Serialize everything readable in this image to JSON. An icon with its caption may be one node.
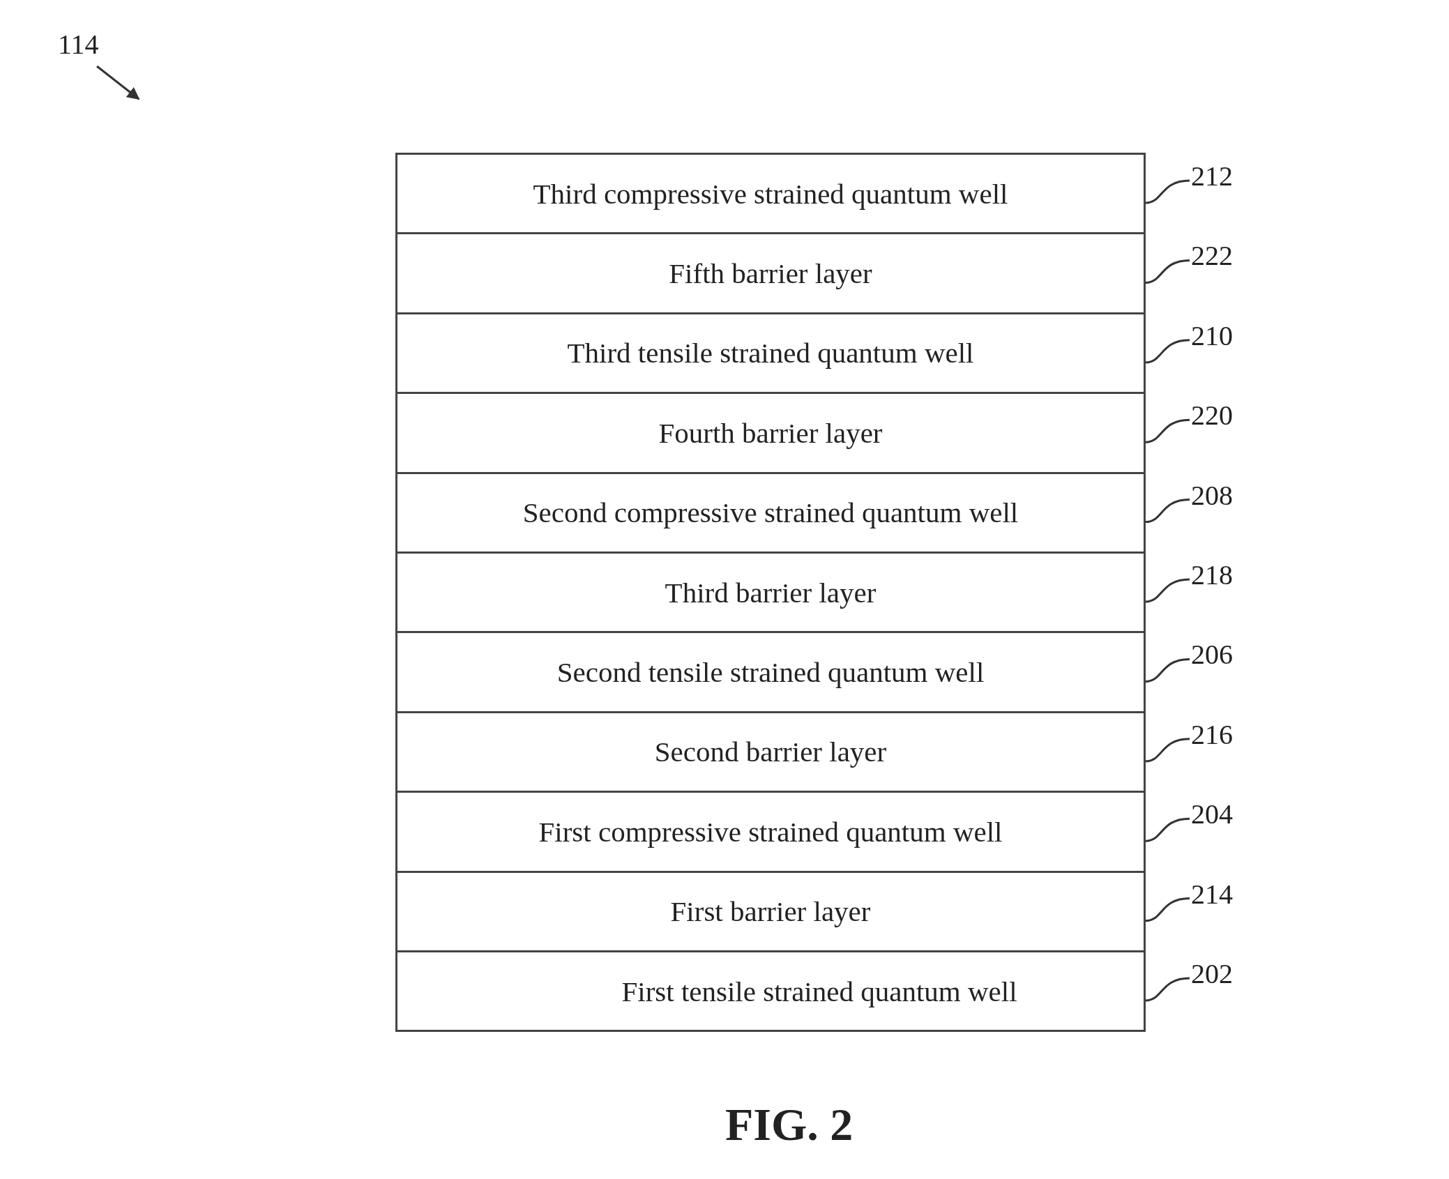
{
  "diagram": {
    "caption": "FIG. 2",
    "nodes": [
      {
        "text": [
          "114"
        ]
      },
      {
        "text": [
          "Third compressive strained quantum well"
        ]
      },
      {
        "text": [
          "Fifth barrier layer"
        ]
      },
      {
        "text": [
          "Third tensile strained quantum well"
        ]
      },
      {
        "text": [
          "Fourth barrier layer"
        ]
      },
      {
        "text": [
          "Second compressive strained quantum well"
        ]
      },
      {
        "text": [
          "Third barrier layer"
        ]
      },
      {
        "text": [
          "Second tensile strained quantum well"
        ]
      },
      {
        "text": [
          "Second barrier layer"
        ]
      },
      {
        "text": [
          "First compressive strained quantum well"
        ]
      },
      {
        "text": [
          "First barrier layer"
        ]
      },
      {
        "text": [
          "First tensile strained quantum well"
        ]
      },
      {
        "text": [
          "212"
        ]
      },
      {
        "text": [
          "222"
        ]
      },
      {
        "text": [
          "210"
        ]
      },
      {
        "text": [
          "220"
        ]
      },
      {
        "text": [
          "208"
        ]
      },
      {
        "text": [
          "218"
        ]
      },
      {
        "text": [
          "206"
        ]
      },
      {
        "text": [
          "216"
        ]
      },
      {
        "text": [
          "204"
        ]
      },
      {
        "text": [
          "214"
        ]
      },
      {
        "text": [
          "202"
        ]
      }
    ],
    "edges": [
      {
        "from": 0,
        "to": null,
        "arrow": "to"
      },
      {
        "from": 12,
        "to": 1,
        "arrow": "none"
      },
      {
        "from": 13,
        "to": 2,
        "arrow": "none"
      },
      {
        "from": 14,
        "to": 3,
        "arrow": "none"
      },
      {
        "from": 15,
        "to": 4,
        "arrow": "none"
      },
      {
        "from": 16,
        "to": 5,
        "arrow": "none"
      },
      {
        "from": 17,
        "to": 6,
        "arrow": "none"
      },
      {
        "from": 18,
        "to": 7,
        "arrow": "none"
      },
      {
        "from": 19,
        "to": 8,
        "arrow": "none"
      },
      {
        "from": 20,
        "to": 9,
        "arrow": "none"
      },
      {
        "from": 21,
        "to": 10,
        "arrow": "none"
      },
      {
        "from": 22,
        "to": 11,
        "arrow": "none"
      }
    ]
  }
}
